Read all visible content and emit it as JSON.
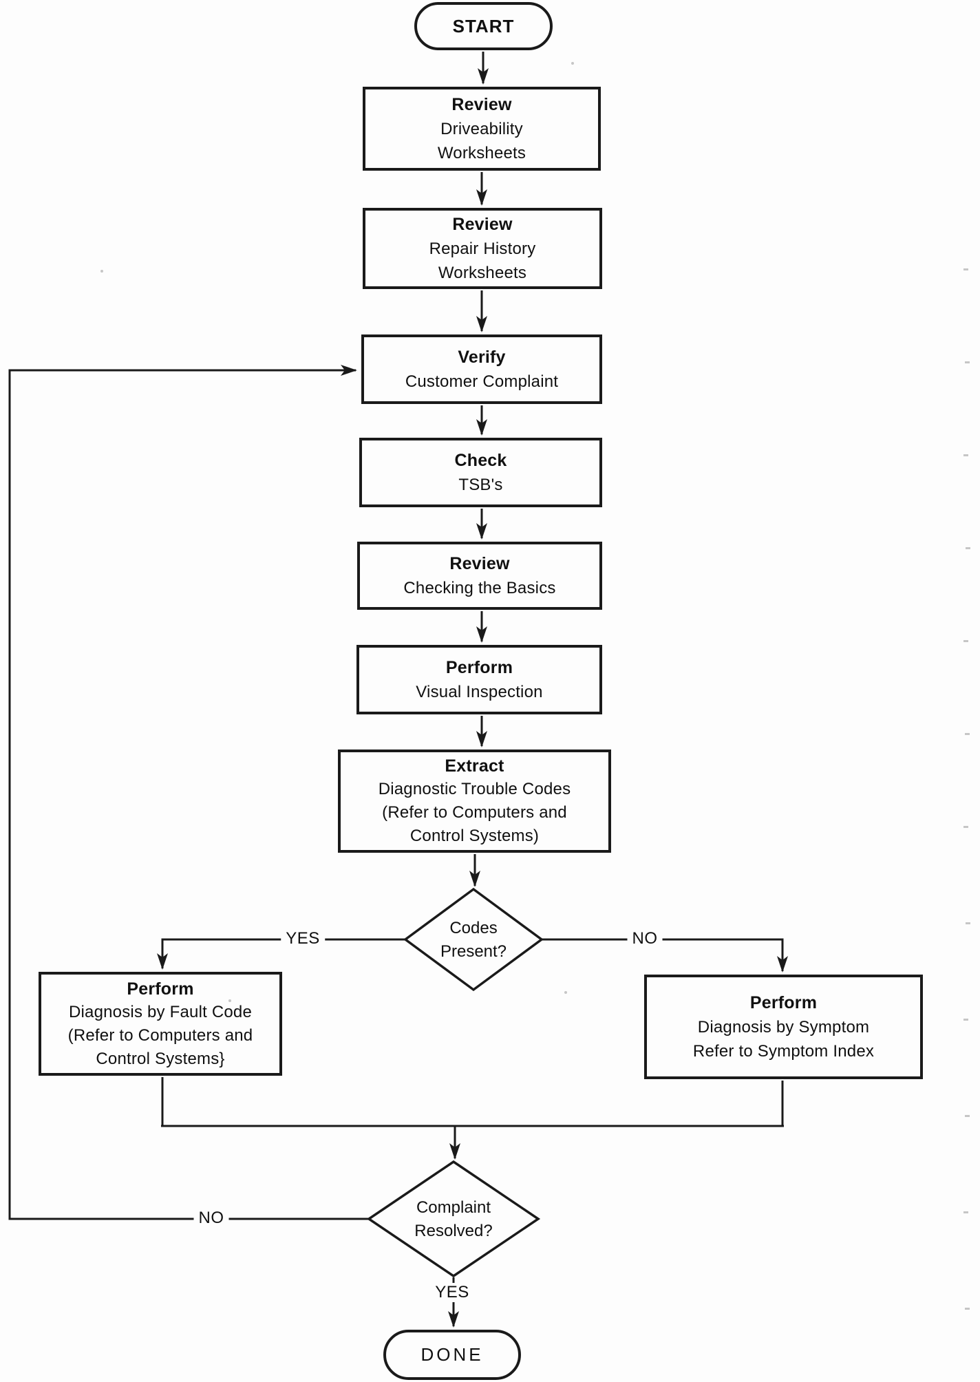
{
  "flowchart": {
    "terminals": {
      "start": "START",
      "done": "DONE"
    },
    "steps": {
      "review_driveability": {
        "title": "Review",
        "line1": "Driveability",
        "line2": "Worksheets"
      },
      "review_repair_history": {
        "title": "Review",
        "line1": "Repair History",
        "line2": "Worksheets"
      },
      "verify_complaint": {
        "title": "Verify",
        "line1": "Customer Complaint"
      },
      "check_tsbs": {
        "title": "Check",
        "line1": "TSB's"
      },
      "review_basics": {
        "title": "Review",
        "line1": "Checking the Basics"
      },
      "perform_visual": {
        "title": "Perform",
        "line1": "Visual Inspection"
      },
      "extract_codes": {
        "title": "Extract",
        "line1": "Diagnostic Trouble Codes",
        "line2": "(Refer to Computers and",
        "line3": "Control Systems)"
      },
      "diagnosis_fault_code": {
        "title": "Perform",
        "line1": "Diagnosis by Fault Code",
        "line2": "(Refer to Computers and",
        "line3": "Control Systems}"
      },
      "diagnosis_symptom": {
        "title": "Perform",
        "line1": "Diagnosis by Symptom",
        "line2": "Refer to Symptom Index"
      }
    },
    "decisions": {
      "codes_present": {
        "line1": "Codes",
        "line2": "Present?"
      },
      "complaint_resolved": {
        "line1": "Complaint",
        "line2": "Resolved?"
      }
    },
    "edge_labels": {
      "codes_yes": "YES",
      "codes_no": "NO",
      "resolved_no": "NO",
      "resolved_yes": "YES"
    },
    "colors": {
      "ink": "#1a1a1a",
      "paper": "#fdfdfd"
    }
  }
}
